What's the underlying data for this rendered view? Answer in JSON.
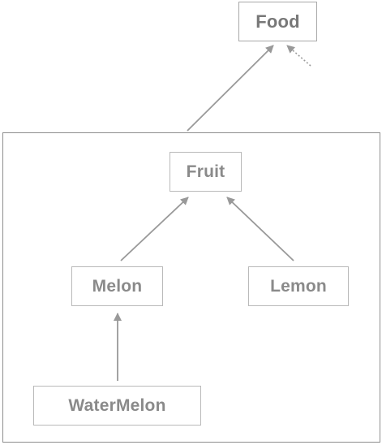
{
  "diagram": {
    "nodes": {
      "food": {
        "label": "Food"
      },
      "fruit": {
        "label": "Fruit"
      },
      "melon": {
        "label": "Melon"
      },
      "lemon": {
        "label": "Lemon"
      },
      "watermelon": {
        "label": "WaterMelon"
      }
    },
    "edges": [
      {
        "from": "container",
        "to": "food",
        "style": "solid"
      },
      {
        "from": "unseen",
        "to": "food",
        "style": "dotted"
      },
      {
        "from": "melon",
        "to": "fruit",
        "style": "solid"
      },
      {
        "from": "lemon",
        "to": "fruit",
        "style": "solid"
      },
      {
        "from": "watermelon",
        "to": "melon",
        "style": "solid"
      }
    ],
    "colors": {
      "arrow": "#999999",
      "node_border": "#b9b9b9",
      "node_text": "#8a8a8a",
      "container_border": "#8e8e8e"
    }
  }
}
